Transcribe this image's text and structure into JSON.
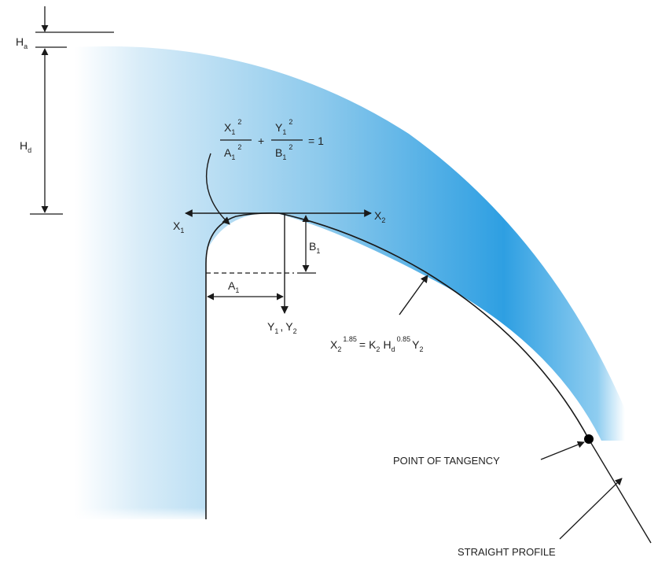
{
  "symbols": {
    "H": "H",
    "a_sub": "a",
    "d_sub": "d",
    "X": "X",
    "Y": "Y",
    "A": "A",
    "B": "B",
    "K": "K",
    "one_sub": "1",
    "two_sub": "2",
    "two_sup": "2",
    "plus": "+",
    "equals_one": "= 1",
    "comma": ",",
    "exp_185": "1.85",
    "exp_085": "0.85",
    "equals": "="
  },
  "captions": {
    "point_of_tangency": "POINT OF TANGENCY",
    "straight_profile": "STRAIGHT PROFILE"
  },
  "colors": {
    "water_light": "#e6f3fb",
    "water_mid": "#7ec4ea",
    "water_deep": "#2a9be0",
    "line": "#1a1a1a"
  }
}
